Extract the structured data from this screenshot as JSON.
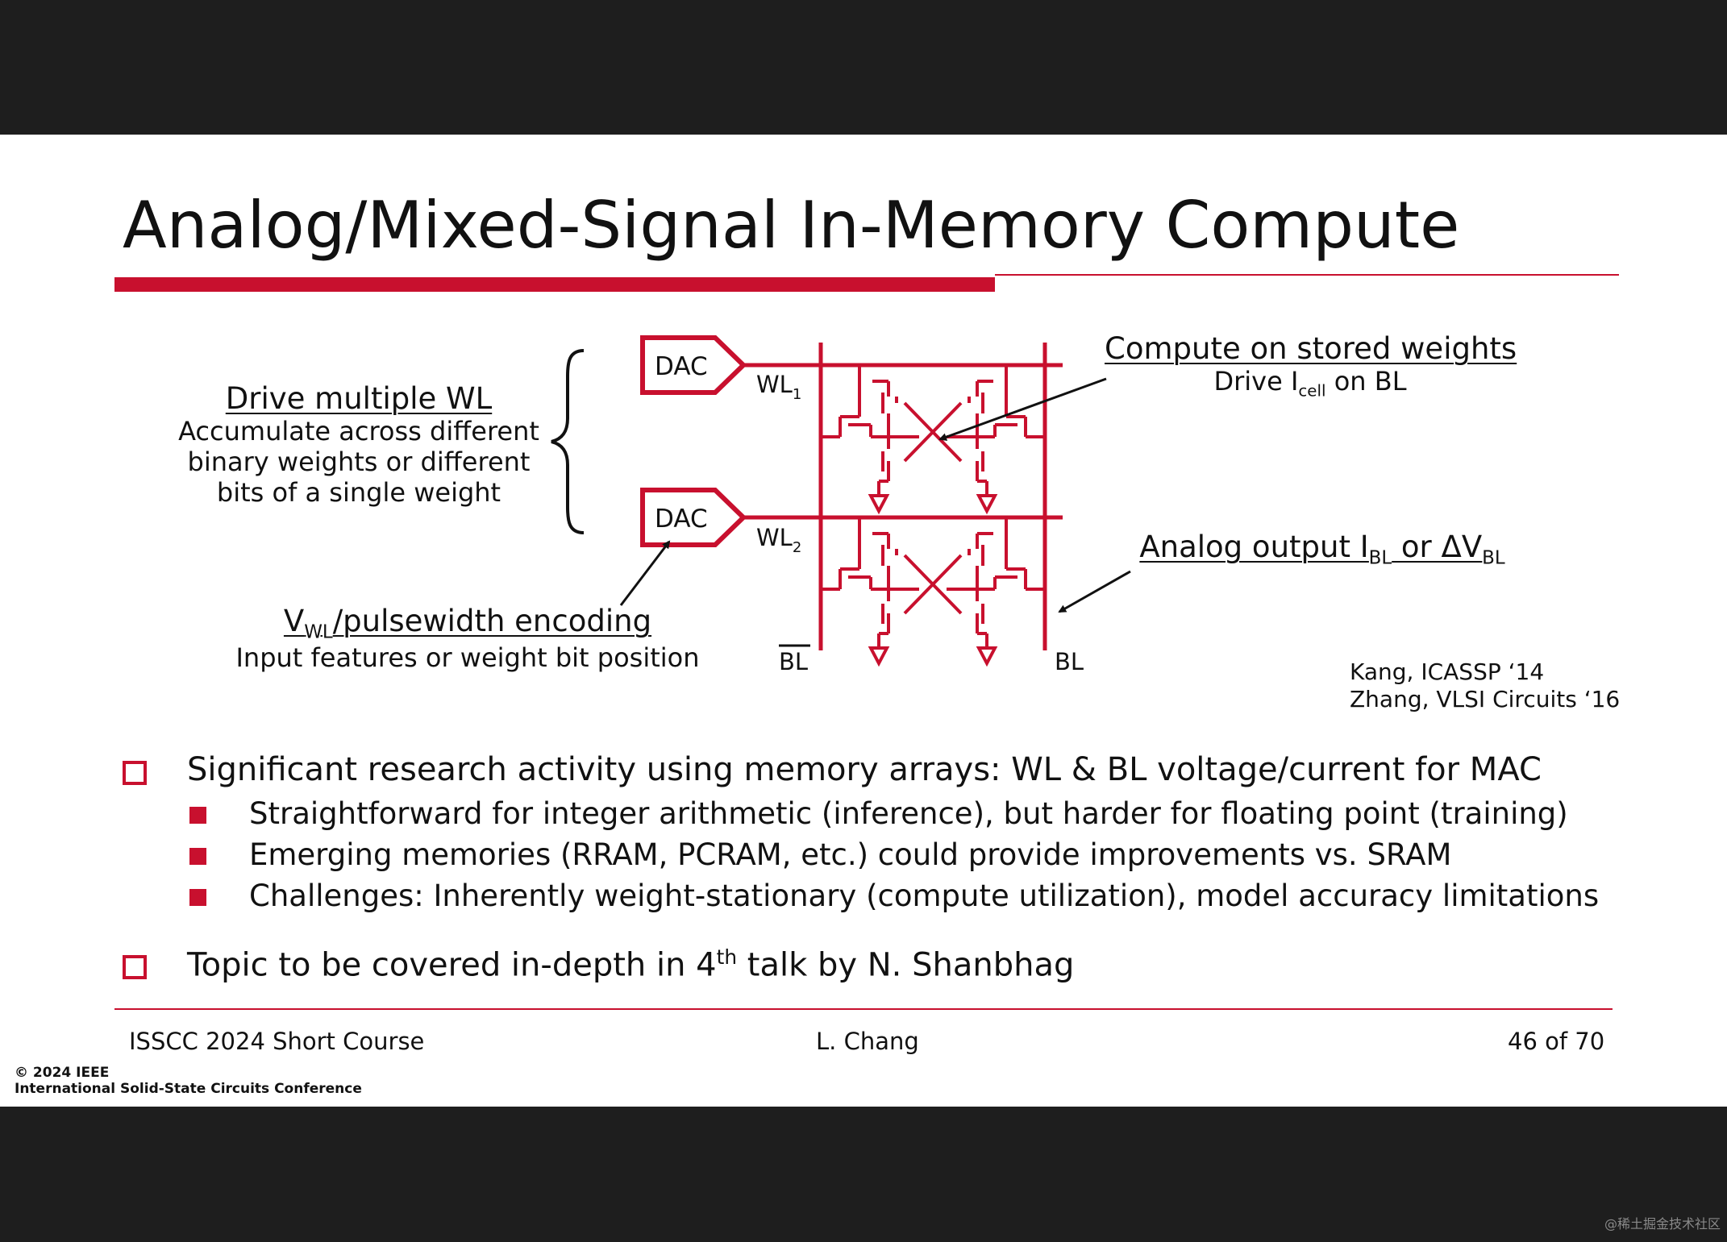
{
  "slide": {
    "title": "Analog/Mixed-Signal In-Memory Compute",
    "diagram": {
      "dac_label": "DAC",
      "wl_prefix": "WL",
      "wl1_sub": "1",
      "wl2_sub": "2",
      "bl_label": "BL",
      "blbar_label": "BL"
    },
    "annotations": {
      "drive_wl": {
        "heading": "Drive multiple WL",
        "lines": [
          "Accumulate across different",
          "binary weights or different",
          "bits of a single weight"
        ]
      },
      "compute": {
        "heading": "Compute on stored weights",
        "line_pre": "Drive I",
        "line_sub": "cell",
        "line_post": " on BL"
      },
      "analog_out": {
        "pre": "Analog output I",
        "sub1": "BL",
        "mid": " or ΔV",
        "sub2": "BL"
      },
      "vwl": {
        "pre": "V",
        "sub": "WL",
        "post": "/pulsewidth encoding",
        "line": "Input features or weight bit position"
      }
    },
    "references": [
      "Kang, ICASSP ‘14",
      "Zhang, VLSI Circuits ‘16"
    ],
    "bullets": {
      "b1": "Significant research activity using memory arrays: WL & BL voltage/current for MAC",
      "b1_subs": [
        "Straightforward for integer arithmetic (inference), but harder for floating point (training)",
        "Emerging memories (RRAM, PCRAM, etc.) could provide improvements vs. SRAM",
        "Challenges: Inherently weight-stationary (compute utilization), model accuracy limitations"
      ],
      "b2_pre": "Topic to be covered in-depth in 4",
      "b2_sup": "th",
      "b2_post": " talk by N. Shanbhag"
    },
    "footer": {
      "left": "ISSCC 2024 Short Course",
      "center": "L. Chang",
      "right": "46 of 70"
    },
    "copyright": [
      "© 2024 IEEE",
      "International Solid-State Circuits Conference"
    ]
  },
  "watermark": "@稀土掘金技术社区",
  "colors": {
    "accent": "#c8102e",
    "text": "#111111",
    "frame": "#1e1e1e"
  }
}
